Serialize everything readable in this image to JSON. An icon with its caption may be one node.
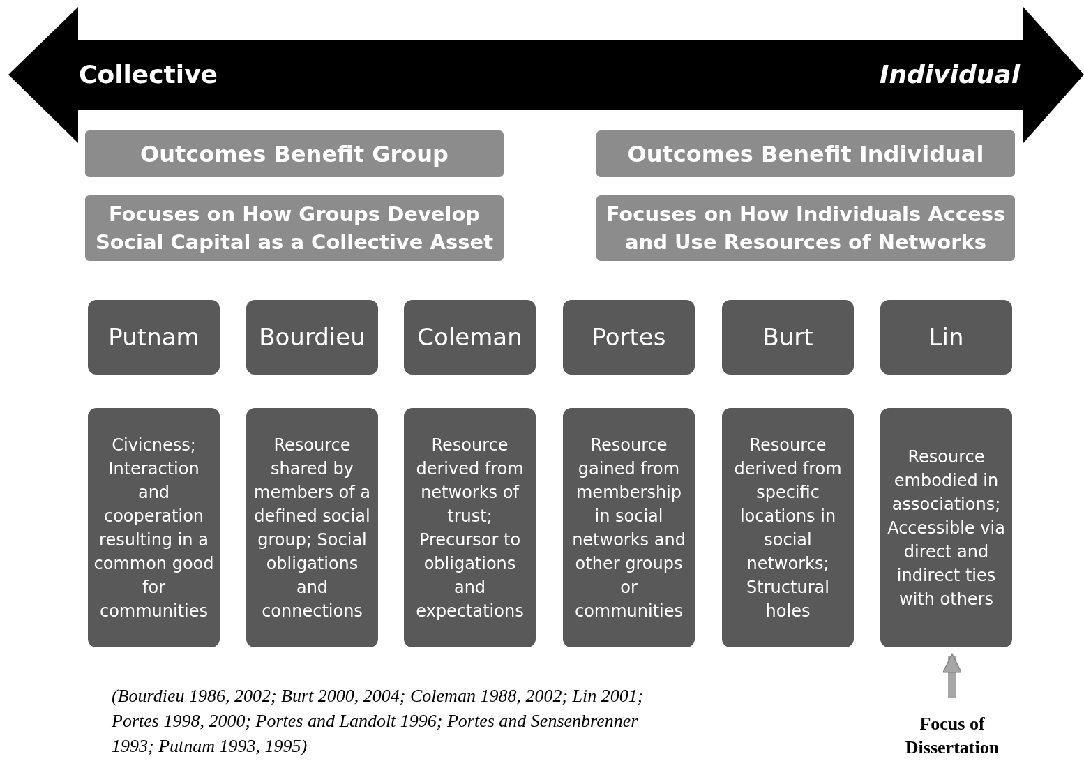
{
  "diagram": {
    "nodes": [
      {
        "text": [
          "Outcomes Benefit Group"
        ]
      },
      {
        "text": [
          "Outcomes Benefit Individual"
        ]
      },
      {
        "text": [
          "Focuses on How Groups Develop Social Capital as a Collective Asset"
        ]
      },
      {
        "text": [
          "Focuses on How Individuals Access and Use Resources of Networks"
        ]
      },
      {
        "text": [
          "Putnam"
        ]
      },
      {
        "text": [
          "Bourdieu"
        ]
      },
      {
        "text": [
          "Coleman"
        ]
      },
      {
        "text": [
          "Portes"
        ]
      },
      {
        "text": [
          "Burt"
        ]
      },
      {
        "text": [
          "Lin"
        ]
      },
      {
        "text": [
          "Civicness; Interaction and cooperation resulting in a common good for communities"
        ]
      },
      {
        "text": [
          "Resource shared by members of a defined social group; Social obligations and connections"
        ]
      },
      {
        "text": [
          "Resource derived from networks of trust; Precursor to obligations and expectations"
        ]
      },
      {
        "text": [
          "Resource gained from membership in social networks and other groups or communities"
        ]
      },
      {
        "text": [
          "Resource derived from specific locations in social networks; Structural holes"
        ]
      },
      {
        "text": [
          "Resource embodied in associations; Accessible via direct and indirect ties with others"
        ]
      },
      {
        "text": [
          "Focus of Dissertation"
        ]
      }
    ],
    "edges": [
      {
        "from": 16,
        "to": 15,
        "arrow": "to"
      }
    ],
    "labels": [
      "Collective",
      "Individual",
      "(Bourdieu 1986, 2002; Burt 2000, 2004; Coleman 1988, 2002; Lin 2001; Portes 1998, 2000; Portes and Landolt 1996; Portes and Sensenbrenner 1993; Putnam 1993, 1995)"
    ]
  }
}
